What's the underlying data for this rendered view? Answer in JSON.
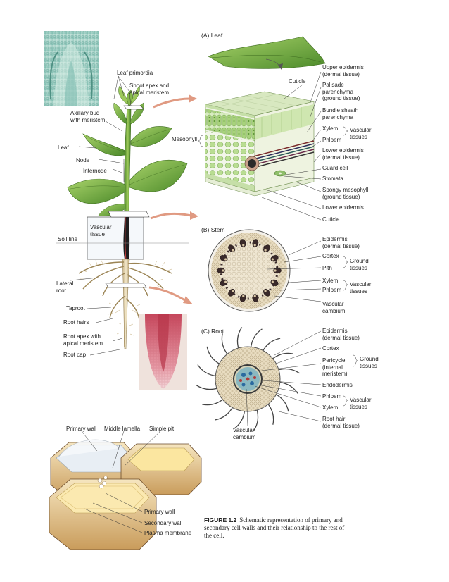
{
  "sections": {
    "leaf": "(A)  Leaf",
    "stem": "(B)  Stem",
    "root": "(C)  Root"
  },
  "plant_labels": {
    "leaf_primordia": "Leaf primordia",
    "shoot_apex": "Shoot apex and\napical meristem",
    "axillary_bud": "Axillary bud\nwith meristem",
    "leaf": "Leaf",
    "node": "Node",
    "internode": "Internode",
    "mesophyll": "Mesophyll",
    "vascular_tissue": "Vascular\ntissue",
    "soil_line": "Soil line",
    "lateral_root": "Lateral\nroot",
    "taproot": "Taproot",
    "root_hairs": "Root hairs",
    "root_apex": "Root apex with\napical meristem",
    "root_cap": "Root cap"
  },
  "leaf_labels": {
    "cuticle_top": "Cuticle",
    "upper_epidermis": "Upper epidermis\n(dermal tissue)",
    "palisade": "Palisade\nparenchyma\n(ground tissue)",
    "bundle_sheath": "Bundle sheath\nparenchyma",
    "xylem": "Xylem",
    "phloem": "Phloem",
    "vascular_tissues": "Vascular\ntissues",
    "lower_epidermis_dermal": "Lower epidermis\n(dermal tissue)",
    "guard_cell": "Guard cell",
    "stomata": "Stomata",
    "spongy": "Spongy mesophyll\n(ground tissue)",
    "lower_epidermis": "Lower epidermis",
    "cuticle_bottom": "Cuticle"
  },
  "stem_labels": {
    "epidermis": "Epidermis\n(dermal tissue)",
    "cortex": "Cortex",
    "pith": "Pith",
    "ground_tissues": "Ground\ntissues",
    "xylem": "Xylem",
    "phloem": "Phloem",
    "vascular_tissues": "Vascular\ntissues",
    "vascular_cambium": "Vascular\ncambium"
  },
  "root_labels": {
    "epidermis": "Epidermis\n(dermal tissue)",
    "cortex": "Cortex",
    "pericycle": "Pericycle\n(internal\nmeristem)",
    "ground_tissues": "Ground\ntissues",
    "endodermis": "Endodermis",
    "phloem": "Phloem",
    "xylem": "Xylem",
    "vascular_tissues": "Vascular\ntissues",
    "root_hair": "Root hair\n(dermal tissue)",
    "vascular_cambium": "Vascular\ncambium"
  },
  "cell_labels": {
    "primary_wall_top": "Primary wall",
    "middle_lamella": "Middle lamella",
    "simple_pit": "Simple pit",
    "primary_wall": "Primary wall",
    "secondary_wall": "Secondary wall",
    "plasma_membrane": "Plasma membrane"
  },
  "caption": {
    "figure": "FIGURE 1.2",
    "text": "Schematic representation of primary and secondary cell walls and their relationship to the rest of the cell."
  }
}
